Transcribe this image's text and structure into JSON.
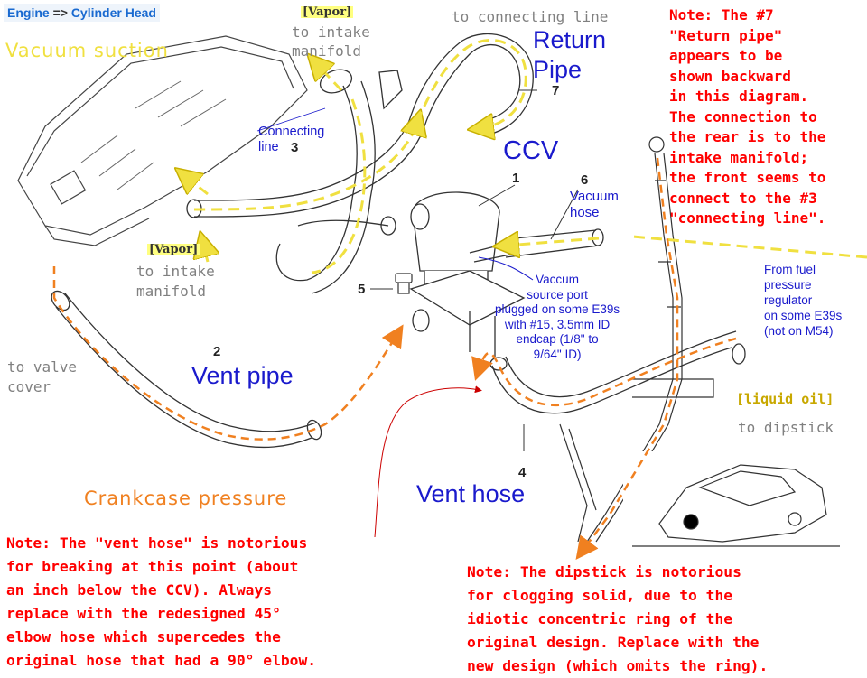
{
  "breadcrumb": {
    "part1": "Engine",
    "arrow": "=>",
    "part2": "Cylinder Head"
  },
  "labels": {
    "vacuum_suction": "Vacuum suction",
    "vapor_top": "[Vapor]",
    "to_intake_top": "to intake\nmanifold",
    "to_connecting_line": "to connecting line",
    "return_pipe": "Return\nPipe",
    "connecting_line": "Connecting\nline",
    "ccv": "CCV",
    "vacuum_hose": "Vacuum\nhose",
    "vapor_left": "[Vapor]",
    "to_intake_left": "to intake\nmanifold",
    "vaccum_source_port": "Vaccum\nsource port\nplugged on some E39s\nwith #15, 3.5mm ID\nendcap (1/8\" to\n9/64\" ID)",
    "from_fuel": "From fuel\npressure\nregulator\non some E39s\n(not on M54)",
    "to_valve_cover": "to valve\ncover",
    "vent_pipe": "Vent pipe",
    "liquid_oil": "[liquid oil]",
    "to_dipstick": "to dipstick",
    "crankcase_pressure": "Crankcase pressure",
    "vent_hose": "Vent hose"
  },
  "numbers": {
    "n1": "1",
    "n2": "2",
    "n3": "3",
    "n4": "4",
    "n5": "5",
    "n6": "6",
    "n7": "7"
  },
  "notes": {
    "return_pipe_note": "Note: The #7\n\"Return pipe\"\nappears to be\nshown backward\nin this diagram.\nThe connection to\nthe rear is to the\nintake manifold;\nthe front seems to\nconnect to the #3\n\"connecting line\".",
    "vent_hose_note": "Note: The \"vent hose\" is notorious\nfor breaking at this point (about\nan inch below the CCV). Always\nreplace with the redesigned 45°\nelbow hose which supercedes the\noriginal hose that had a 90° elbow.",
    "dipstick_note": "Note: The dipstick is notorious\nfor clogging solid, due to the\nidiotic concentric ring of the\noriginal design. Replace with the\nnew design (which omits the ring)."
  },
  "colors": {
    "note_red": "#ff0000",
    "label_blue": "#1a1acc",
    "vacuum_yellow": "#f0e040",
    "pressure_orange": "#f08020",
    "hose_line": "#333333"
  }
}
